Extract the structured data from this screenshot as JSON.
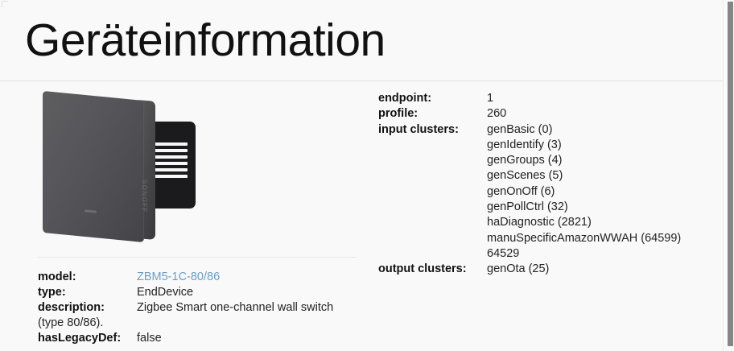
{
  "header": {
    "title": "Geräteinformation"
  },
  "device_image": {
    "alt": "SONOFF dark gray one-channel smart wall switch",
    "brand": "SONOFF"
  },
  "left_details": {
    "rows": [
      {
        "label": "model:",
        "value": "ZBM5-1C-80/86",
        "is_link": true
      },
      {
        "label": "type:",
        "value": "EndDevice",
        "is_link": false
      },
      {
        "label": "description:",
        "value": "Zigbee Smart one-channel wall switch",
        "is_link": false
      }
    ],
    "description_wrap": "(type 80/86).",
    "legacy_row": {
      "label": "hasLegacyDef:",
      "value": "false"
    }
  },
  "endpoint_details": {
    "endpoint_label": "endpoint:",
    "endpoint_value": "1",
    "profile_label": "profile:",
    "profile_value": "260",
    "input_clusters_label": "input clusters:",
    "input_clusters": [
      "genBasic (0)",
      "genIdentify (3)",
      "genGroups (4)",
      "genScenes (5)",
      "genOnOff (6)",
      "genPollCtrl (32)",
      "haDiagnostic (2821)",
      "manuSpecificAmazonWWAH (64599)",
      "64529"
    ],
    "output_clusters_label": "output clusters:",
    "output_clusters": [
      "genOta (25)"
    ]
  },
  "colors": {
    "background": "#f9f9f9",
    "link": "#6c9ec4",
    "text": "#1a1a1a",
    "divider": "#e3e3e3",
    "device_body": "#56565a"
  }
}
